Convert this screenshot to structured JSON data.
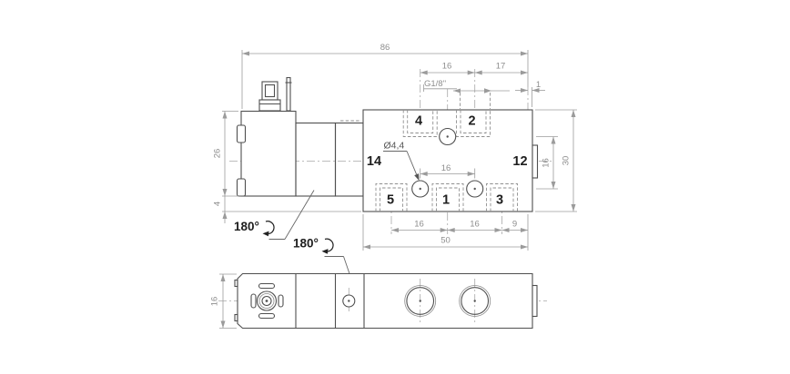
{
  "top_view": {
    "dim_overall": "86",
    "dim_top_16": "16",
    "dim_top_17": "17",
    "thread_label": "G1/8''",
    "dim_edge_1": "1",
    "dim_solenoid_26": "26",
    "dim_base_4": "4",
    "dim_holes_16": "16",
    "hole_dia_label": "Ø4,4",
    "dim_right_16": "16",
    "dim_right_30": "30",
    "dim_bottom_16a": "16",
    "dim_bottom_16b": "16",
    "dim_bottom_9": "9",
    "dim_bottom_50": "50",
    "port_labels": {
      "p4": "4",
      "p2": "2",
      "p14": "14",
      "p12": "12",
      "p5": "5",
      "p1": "1",
      "p3": "3"
    }
  },
  "bottom_view": {
    "dim_height_16": "16"
  },
  "annotations": {
    "rotate_a": "180°",
    "rotate_b": "180°"
  },
  "colors": {
    "edge": "#4f4f4f",
    "dimension": "#9b9b9b",
    "label": "#1e1e1e",
    "background": "#ffffff"
  }
}
